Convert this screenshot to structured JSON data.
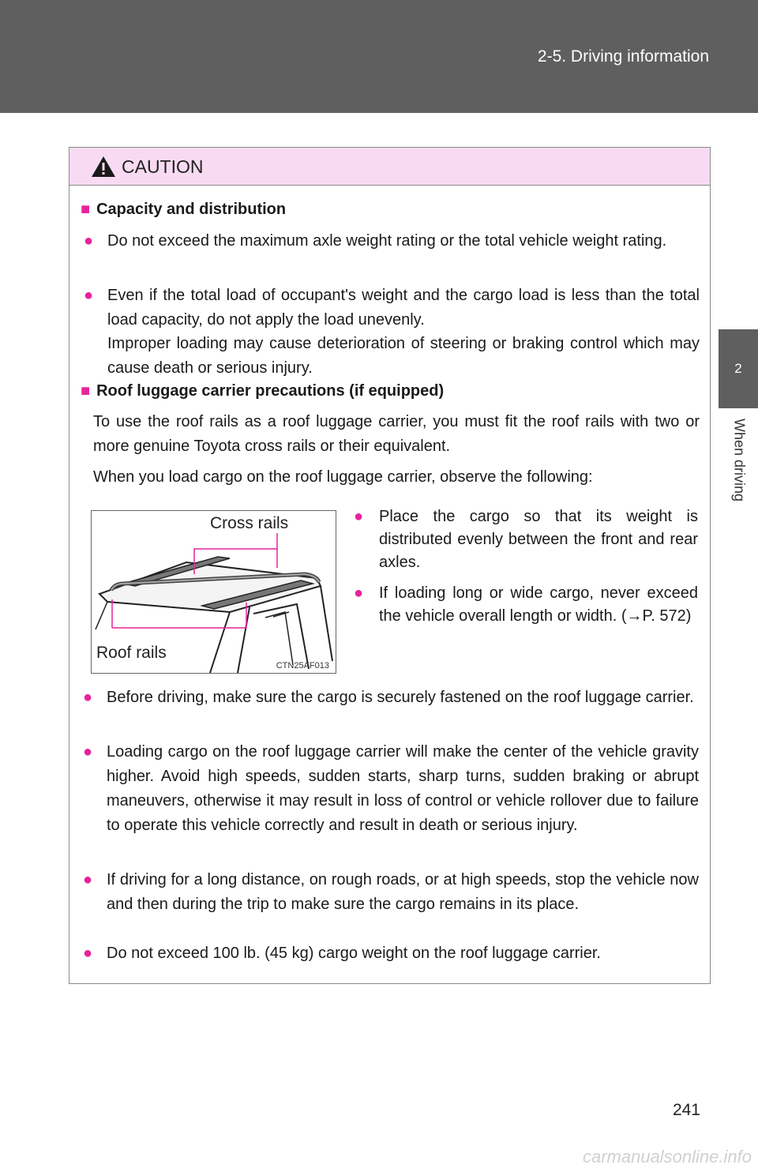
{
  "header": {
    "section": "2-5. Driving information"
  },
  "side_tab": {
    "number": "2",
    "label": "When driving"
  },
  "page_number": "241",
  "caution": {
    "title": "CAUTION",
    "sections": [
      {
        "heading": "Capacity and distribution",
        "bullets": [
          "Do not exceed the maximum axle weight rating or the total vehicle weight rating.",
          "Even if the total load of occupant's weight and the cargo load is less than the total load capacity, do not apply the load unevenly."
        ],
        "note": "Improper loading may cause deterioration of steering or braking control which may cause death or serious injury."
      },
      {
        "heading": "Roof luggage carrier precautions (if equipped)",
        "para1": "To use the roof rails as a roof luggage carrier, you must fit the roof rails with two or more genuine Toyota cross rails or their equivalent.",
        "para2": "When you load cargo on the roof luggage carrier, observe the following:",
        "side_bullets": [
          "Place the cargo so that its weight is distributed evenly between the front and rear axles.",
          "If loading long or wide cargo, never exceed the vehicle overall length or width. (→P. 572)"
        ],
        "bullets": [
          "Before driving, make sure the cargo is securely fastened on the roof luggage carrier.",
          "Loading cargo on the roof luggage carrier will make the center of the vehicle gravity higher. Avoid high speeds, sudden starts, sharp turns, sudden braking or abrupt maneuvers, otherwise it may result in loss of control or vehicle rollover due to failure to operate this vehicle correctly and result in death or serious injury.",
          "If driving for a long distance, on rough roads, or at high speeds, stop the vehicle now and then during the trip to make sure the cargo remains in its place.",
          "Do not exceed 100 lb. (45 kg) cargo weight on the roof luggage carrier."
        ]
      }
    ]
  },
  "figure": {
    "label_cross": "Cross rails",
    "label_roof": "Roof rails",
    "code": "CTN25AF013"
  },
  "colors": {
    "header_bg": "#5f5f5f",
    "caution_bg": "#f8dbf2",
    "accent": "#e8239c"
  },
  "watermark": "carmanualsonline.info"
}
